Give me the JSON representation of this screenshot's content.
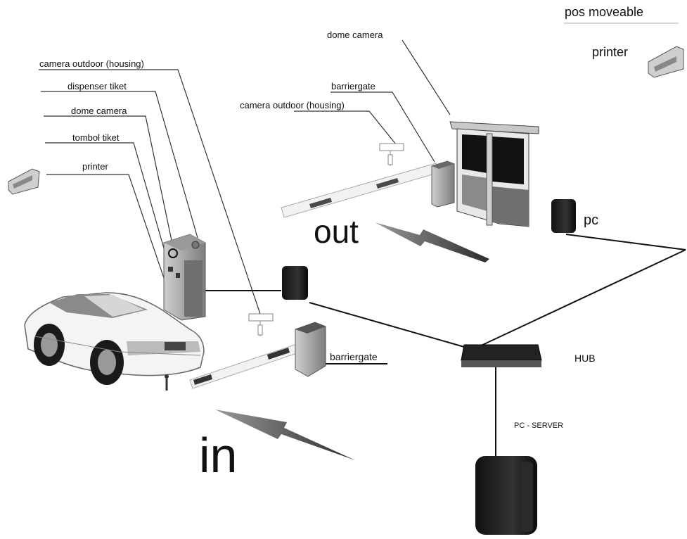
{
  "top_right": {
    "pos_label": "pos moveable",
    "printer_label": "printer"
  },
  "entry_labels": {
    "camera_outdoor": "camera outdoor (housing)",
    "dispenser": "dispenser tiket",
    "dome_camera": "dome camera",
    "tombol": "tombol tiket",
    "printer": "printer"
  },
  "exit_labels": {
    "dome_camera": "dome camera",
    "barriergate": "barriergate",
    "camera_outdoor": "camera outdoor (housing)",
    "pc": "pc"
  },
  "lane_labels": {
    "out": "out",
    "in": "in",
    "barriergate_in": "barriergate"
  },
  "network": {
    "hub": "HUB",
    "server": "PC - SERVER"
  }
}
